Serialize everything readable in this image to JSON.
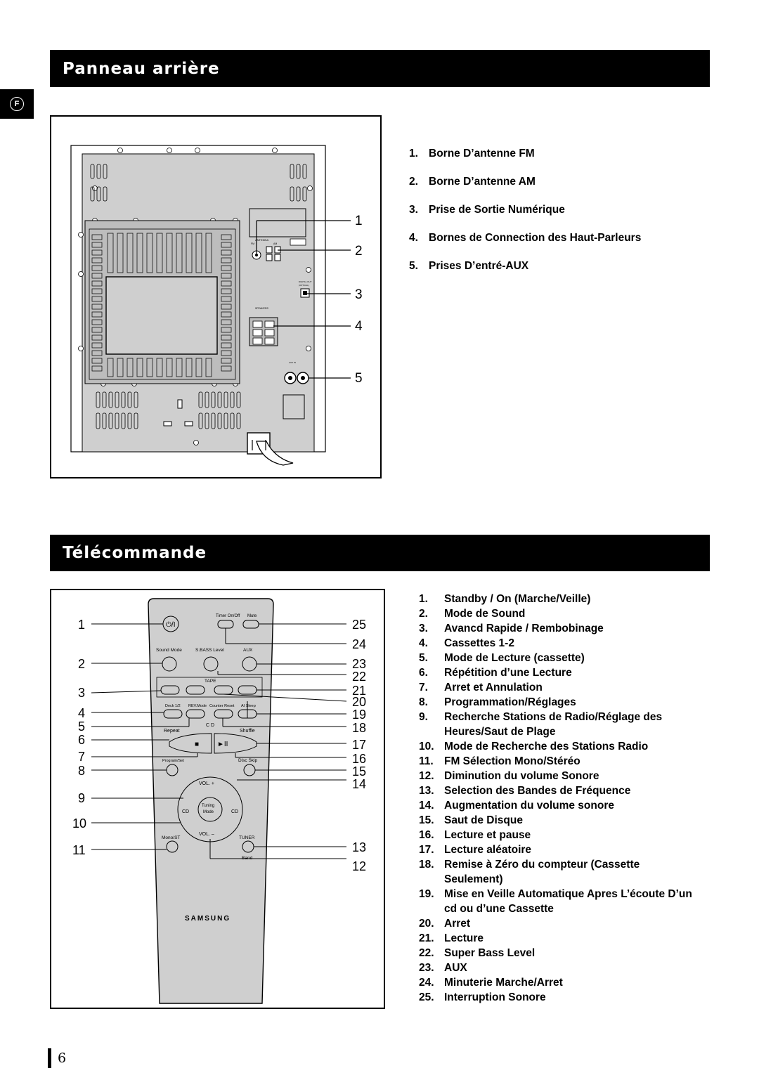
{
  "lang_tab": "F",
  "section1": {
    "title": "Panneau arrière",
    "callouts": [
      "1",
      "2",
      "3",
      "4",
      "5"
    ],
    "items": [
      {
        "num": "1.",
        "text": "Borne D’antenne FM"
      },
      {
        "num": "2.",
        "text": "Borne D’antenne AM"
      },
      {
        "num": "3.",
        "text": "Prise de Sortie Numérique"
      },
      {
        "num": "4.",
        "text": "Bornes de Connection des Haut-Parleurs"
      },
      {
        "num": "5.",
        "text": "Prises D’entré-AUX"
      }
    ],
    "panel_labels": {
      "antenna": "ANTENNA",
      "fm": "FM",
      "am": "AM",
      "digital_out": "DIGITAL OUT",
      "optical": "(OPTICAL)",
      "speakers": "SPEAKERS",
      "aux_in": "AUX IN"
    }
  },
  "section2": {
    "title": "Télécommande",
    "left_callouts": [
      "1",
      "2",
      "3",
      "4",
      "5",
      "6",
      "7",
      "8",
      "9",
      "10",
      "11"
    ],
    "right_callouts": [
      "25",
      "24",
      "23",
      "22",
      "21",
      "20",
      "19",
      "18",
      "17",
      "16",
      "15",
      "14",
      "13",
      "12"
    ],
    "remote_labels": {
      "timer": "Timer On/Off",
      "mute": "Mute",
      "sound_mode": "Sound Mode",
      "sbass": "S.BASS Level",
      "aux": "AUX",
      "tape": "TAPE",
      "deck": "Deck 1/2",
      "rev": "REV.Mode",
      "counter": "Counter Reset",
      "sleep": "AI Sleep",
      "cd": "C D",
      "repeat": "Repeat",
      "shuffle": "Shuffle",
      "program": "Program/Set",
      "disc_skip": "Disc Skip",
      "vol_up": "VOL. +",
      "vol_down": "VOL. –",
      "tuning": "Tuning",
      "mode": "Mode",
      "cd_left": "CD",
      "cd_right": "CD",
      "mono": "Mono/ST",
      "tuner": "TUNER",
      "band": "Band",
      "brand": "SAMSUNG"
    },
    "items": [
      {
        "num": "1.",
        "text": "Standby / On (Marche/Veille)"
      },
      {
        "num": "2.",
        "text": "Mode de Sound"
      },
      {
        "num": "3.",
        "text": "Avancd Rapide / Rembobinage"
      },
      {
        "num": "4.",
        "text": "Cassettes 1-2"
      },
      {
        "num": "5.",
        "text": "Mode de Lecture (cassette)"
      },
      {
        "num": "6.",
        "text": "Répétition d’une Lecture"
      },
      {
        "num": "7.",
        "text": "Arret et Annulation"
      },
      {
        "num": "8.",
        "text": "Programmation/Réglages"
      },
      {
        "num": "9.",
        "text": "Recherche Stations de Radio/Réglage des Heures/Saut de Plage"
      },
      {
        "num": "10.",
        "text": "Mode de Recherche des Stations Radio"
      },
      {
        "num": "11.",
        "text": "FM Sélection Mono/Stéréo"
      },
      {
        "num": "12.",
        "text": "Diminution du volume Sonore"
      },
      {
        "num": "13.",
        "text": "Selection des Bandes de Fréquence"
      },
      {
        "num": "14.",
        "text": "Augmentation du volume sonore"
      },
      {
        "num": "15.",
        "text": "Saut de Disque"
      },
      {
        "num": "16.",
        "text": "Lecture et pause"
      },
      {
        "num": "17.",
        "text": "Lecture aléatoire"
      },
      {
        "num": "18.",
        "text": "Remise à Zéro du compteur (Cassette Seulement)"
      },
      {
        "num": "19.",
        "text": "Mise en Veille Automatique Apres L’écoute D’un cd ou d’une Cassette"
      },
      {
        "num": "20.",
        "text": "Arret"
      },
      {
        "num": "21.",
        "text": "Lecture"
      },
      {
        "num": "22.",
        "text": "Super Bass Level"
      },
      {
        "num": "23.",
        "text": "AUX"
      },
      {
        "num": "24.",
        "text": "Minuterie Marche/Arret"
      },
      {
        "num": "25.",
        "text": "Interruption Sonore"
      }
    ]
  },
  "page_number": "6"
}
